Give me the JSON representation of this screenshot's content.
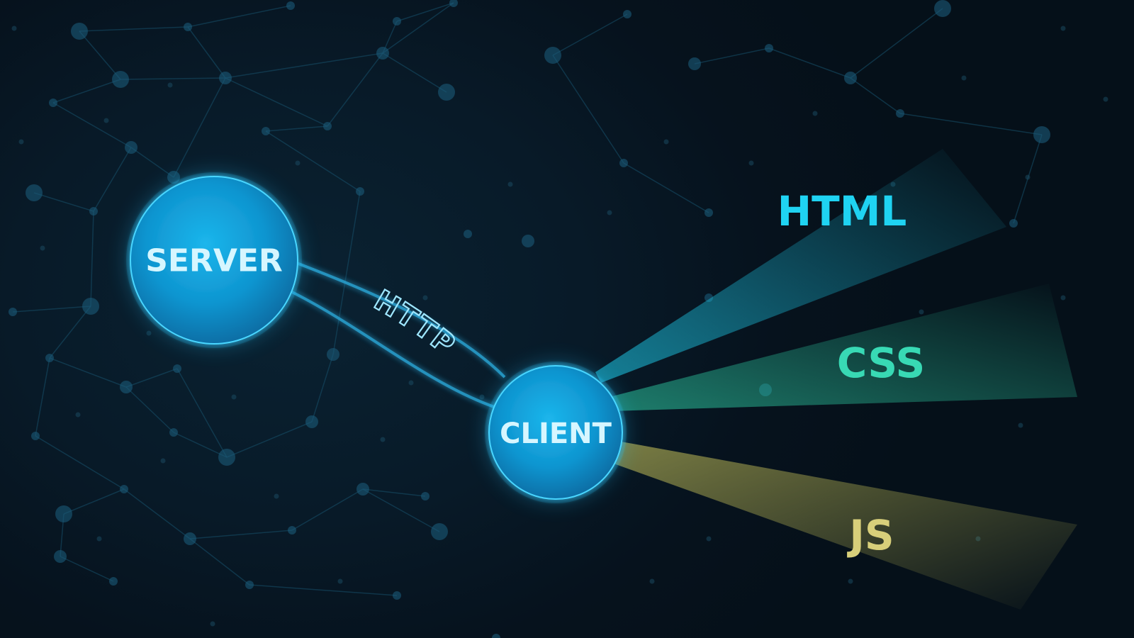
{
  "diagram": {
    "server": {
      "label": "SERVER"
    },
    "client": {
      "label": "CLIENT"
    },
    "connection": {
      "label": "HTTP"
    },
    "outputs": [
      {
        "label": "HTML",
        "color": "#1fd3f2"
      },
      {
        "label": "CSS",
        "color": "#38d9b4"
      },
      {
        "label": "JS",
        "color": "#d8cf7a"
      }
    ],
    "colors": {
      "node_fill": "#12a6e0",
      "node_glow": "#1cc4ff",
      "network": "#1c6a8c",
      "background": "#06131f"
    }
  }
}
